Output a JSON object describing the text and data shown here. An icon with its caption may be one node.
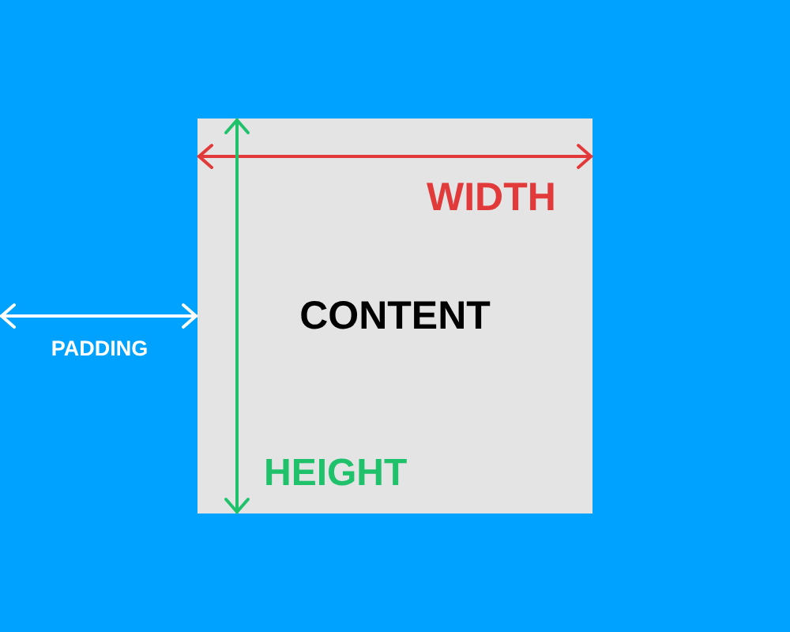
{
  "diagram": {
    "nodes": [
      {
        "text": [
          "CONTENT"
        ]
      }
    ],
    "labels": [
      "WIDTH",
      "PADDING",
      "HEIGHT"
    ]
  }
}
